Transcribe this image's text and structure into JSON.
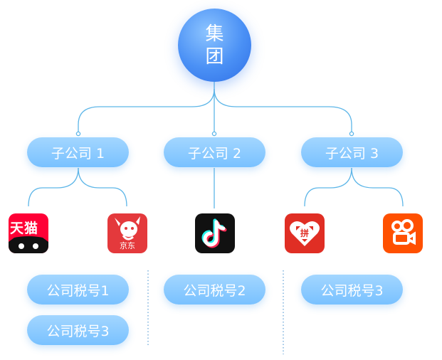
{
  "root": {
    "label": "集团"
  },
  "subsidiaries": [
    {
      "label": "子公司 1"
    },
    {
      "label": "子公司 2"
    },
    {
      "label": "子公司 3"
    }
  ],
  "logos": {
    "tmall_text": "天猫",
    "jd_text": "京东",
    "pdd_text": "拼"
  },
  "tax_ids": [
    {
      "label": "公司税号1"
    },
    {
      "label": "公司税号3"
    },
    {
      "label": "公司税号2"
    },
    {
      "label": "公司税号3"
    }
  ]
}
